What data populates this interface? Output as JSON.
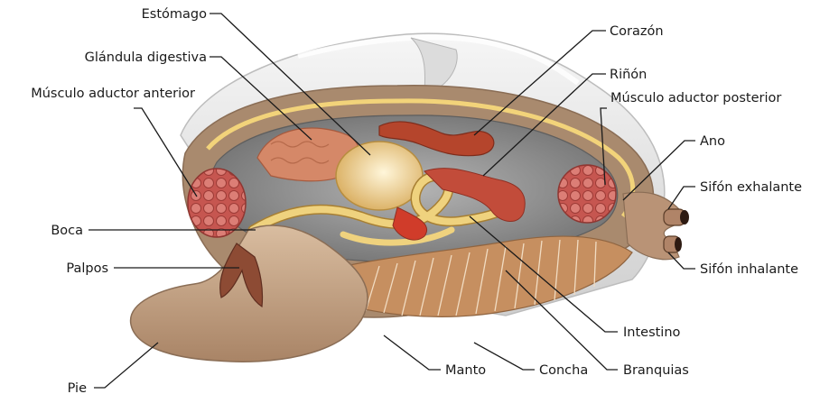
{
  "labels": {
    "estomago": "Estómago",
    "glandula": "Glándula digestiva",
    "aductor_anterior": "Músculo aductor anterior",
    "boca": "Boca",
    "palpos": "Palpos",
    "pie": "Pie",
    "corazon": "Corazón",
    "rinon": "Riñón",
    "aductor_posterior": "Músculo aductor posterior",
    "ano": "Ano",
    "sifon_exhalante": "Sifón exhalante",
    "sifon_inhalante": "Sifón inhalante",
    "intestino": "Intestino",
    "manto": "Manto",
    "concha": "Concha",
    "branquias": "Branquias"
  },
  "colors": {
    "shell": "#e8e8e8",
    "foot": "#c9a889",
    "mantle": "#b79478",
    "cavity": "#8f8f8f",
    "stomach": "#e9c882",
    "digestive_gland": "#d3866a",
    "heart": "#b3442c",
    "muscle": "#c75a52",
    "gills": "#c28a5e"
  }
}
